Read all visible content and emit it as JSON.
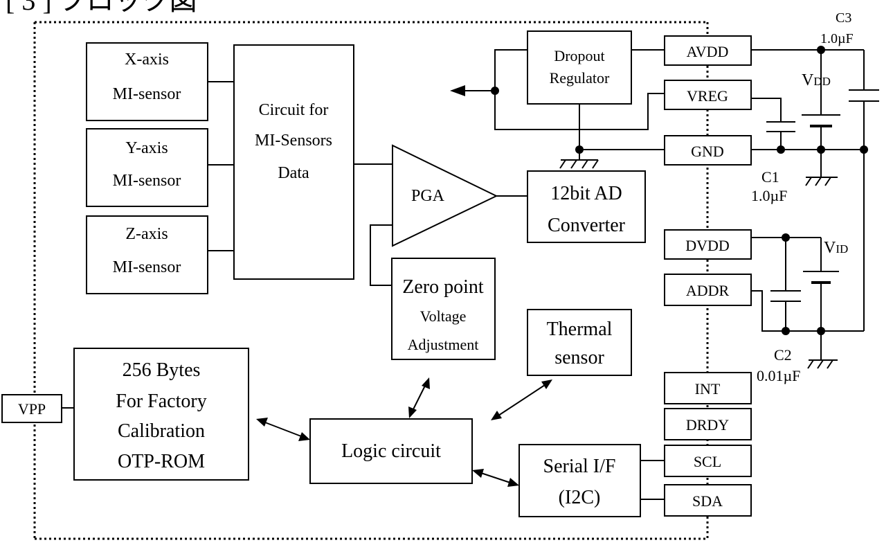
{
  "header": {
    "title": "[ 3 ] ブロック図"
  },
  "blocks": {
    "x_sensor": [
      "X-axis",
      "MI-sensor"
    ],
    "y_sensor": [
      "Y-axis",
      "MI-sensor"
    ],
    "z_sensor": [
      "Z-axis",
      "MI-sensor"
    ],
    "circuit": [
      "Circuit for",
      "MI-Sensors",
      "Data"
    ],
    "pga": "PGA",
    "regulator": [
      "Dropout",
      "Regulator"
    ],
    "adc": [
      "12bit AD",
      "Converter"
    ],
    "zero_point": [
      "Zero point",
      "Voltage",
      "Adjustment"
    ],
    "thermal": [
      "Thermal",
      "sensor"
    ],
    "otp": [
      "256 Bytes",
      "For Factory",
      "Calibration",
      "OTP-ROM"
    ],
    "logic": "Logic circuit",
    "serial": [
      "Serial I/F",
      "(I2C)"
    ]
  },
  "pins": {
    "vpp": "VPP",
    "avdd": "AVDD",
    "vreg": "VREG",
    "gnd": "GND",
    "dvdd": "DVDD",
    "addr": "ADDR",
    "int": "INT",
    "drdy": "DRDY",
    "scl": "SCL",
    "sda": "SDA"
  },
  "components": {
    "c1_name": "C1",
    "c1_value": "1.0µF",
    "c2_name": "C2",
    "c2_value": "0.01µF",
    "c3_name": "C3",
    "c3_value": "1.0µF",
    "vdd_main": "V",
    "vdd_sub": "DD",
    "vid_main": "V",
    "vid_sub": "ID"
  }
}
